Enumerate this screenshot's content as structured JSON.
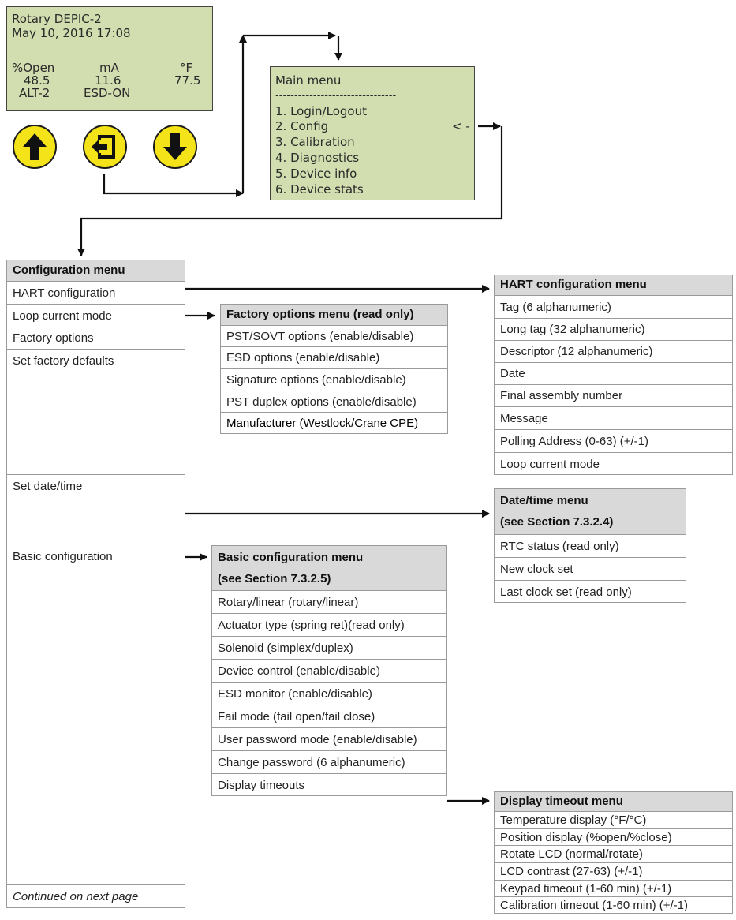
{
  "lcd_status": {
    "line1": "Rotary DEPIC-2",
    "line2": "May 10, 2016 17:08",
    "col1_label": "%Open",
    "col2_label": "mA",
    "col3_label": "°F",
    "col1_value": "48.5",
    "col2_value": "11.6",
    "col3_value": "77.5",
    "status1": "ALT-2",
    "status2": "ESD-ON"
  },
  "keys": {
    "up": "up-arrow",
    "enter": "enter",
    "down": "down-arrow"
  },
  "main_menu": {
    "title": "Main menu",
    "divider": "--------------------------------",
    "items": [
      "1. Login/Logout",
      "2. Config",
      "3. Calibration",
      "4. Diagnostics",
      "5. Device info",
      "6. Device stats"
    ],
    "cursor": "< -"
  },
  "config_menu": {
    "title": "Configuration menu",
    "items": [
      "HART configuration",
      "Loop current mode",
      "Factory options",
      "Set factory defaults",
      "Set date/time",
      "Basic configuration"
    ],
    "footer": "Continued on next page"
  },
  "factory_menu": {
    "title": "Factory options menu (read only)",
    "items": [
      "PST/SOVT options (enable/disable)",
      "ESD options (enable/disable)",
      "Signature options (enable/disable)",
      "PST duplex options (enable/disable)",
      "Manufacturer (Westlock/Crane CPE)"
    ]
  },
  "hart_menu": {
    "title": "HART configuration menu",
    "items": [
      "Tag (6 alphanumeric)",
      "Long tag (32 alphanumeric)",
      "Descriptor (12 alphanumeric)",
      "Date",
      "Final assembly number",
      "Message",
      "Polling Address (0-63) (+/-1)",
      "Loop current mode"
    ]
  },
  "datetime_menu": {
    "title1": "Date/time menu",
    "title2": "(see Section 7.3.2.4)",
    "items": [
      "RTC status (read only)",
      "New clock set",
      "Last clock set (read only)"
    ]
  },
  "basic_menu": {
    "title1": "Basic configuration menu",
    "title2": "(see Section 7.3.2.5)",
    "items": [
      "Rotary/linear (rotary/linear)",
      "Actuator type (spring ret)(read only)",
      "Solenoid (simplex/duplex)",
      "Device control (enable/disable)",
      "ESD monitor (enable/disable)",
      "Fail mode (fail open/fail close)",
      "User password mode (enable/disable)",
      "Change password (6 alphanumeric)",
      "Display timeouts"
    ]
  },
  "display_menu": {
    "title": "Display timeout menu",
    "items": [
      "Temperature display (°F/°C)",
      "Position display (%open/%close)",
      "Rotate LCD (normal/rotate)",
      "LCD contrast (27-63) (+/-1)",
      "Keypad timeout (1-60 min) (+/-1)",
      "Calibration timeout (1-60 min) (+/-1)"
    ]
  },
  "colors": {
    "lcd_background": "#d2ddb0",
    "key_yellow": "#f5e31a",
    "header_gray": "#d9d9d9",
    "border_gray": "#9a9a9a"
  }
}
